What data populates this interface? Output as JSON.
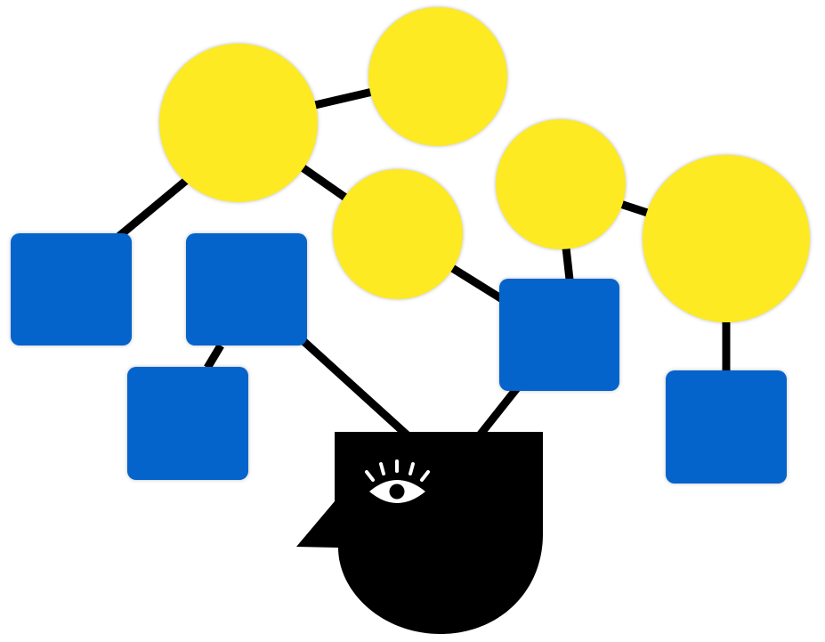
{
  "diagram": {
    "background": "#ffffff",
    "colors": {
      "circle_fill": "#FDEA22",
      "square_fill": "#0563CC",
      "edge": "#000000",
      "head": "#000000",
      "eye_white": "#ffffff"
    },
    "node_types": {
      "circle": "idea-circle",
      "square": "block-square"
    },
    "head_icon": "head-with-eye-icon",
    "nodes": [
      {
        "id": "c1",
        "type": "circle"
      },
      {
        "id": "c2",
        "type": "circle"
      },
      {
        "id": "c3",
        "type": "circle"
      },
      {
        "id": "c4",
        "type": "circle"
      },
      {
        "id": "c5",
        "type": "circle"
      },
      {
        "id": "s1",
        "type": "square"
      },
      {
        "id": "s2",
        "type": "square"
      },
      {
        "id": "s3",
        "type": "square"
      },
      {
        "id": "s4",
        "type": "square"
      },
      {
        "id": "s5",
        "type": "square"
      },
      {
        "id": "head",
        "type": "head"
      }
    ],
    "edges": [
      [
        "c1",
        "c2"
      ],
      [
        "c1",
        "s1"
      ],
      [
        "c1",
        "c3"
      ],
      [
        "c3",
        "s4"
      ],
      [
        "c4",
        "s4"
      ],
      [
        "c4",
        "c5"
      ],
      [
        "c5",
        "s5"
      ],
      [
        "s2",
        "s3"
      ],
      [
        "s2",
        "head"
      ],
      [
        "s4",
        "head"
      ]
    ]
  }
}
